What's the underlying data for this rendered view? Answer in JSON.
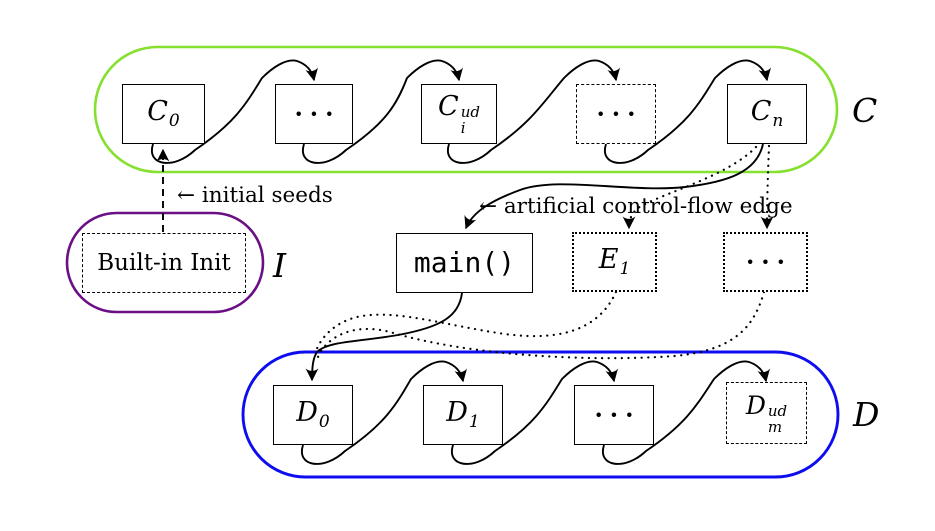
{
  "figure": {
    "colors": {
      "constructors_container": "#85e02f",
      "init_container": "#6b0f85",
      "destructors_container": "#0d0df0"
    },
    "containers": {
      "constructors": {
        "label": "C"
      },
      "init": {
        "label": "I"
      },
      "destructors": {
        "label": "D"
      }
    },
    "nodes": {
      "c0": {
        "base": "C",
        "sub": "0"
      },
      "c_ellipsis": {
        "label": "···"
      },
      "ci": {
        "base": "C",
        "sub": "i",
        "sup": "ud"
      },
      "c_ellipsis_dashed": {
        "label": "···"
      },
      "cn": {
        "base": "C",
        "sub": "n"
      },
      "builtin_init": {
        "label": "Built-in Init"
      },
      "main": {
        "label": "main()"
      },
      "e1": {
        "base": "E",
        "sub": "1"
      },
      "e_ellipsis": {
        "label": "···"
      },
      "d0": {
        "base": "D",
        "sub": "0"
      },
      "d1": {
        "base": "D",
        "sub": "1"
      },
      "d_ellipsis": {
        "label": "···"
      },
      "dm": {
        "base": "D",
        "sub": "m",
        "sup": "ud"
      }
    },
    "annotations": {
      "initial_seeds": "← initial seeds",
      "artificial_edge": "← artificial control-flow edge"
    }
  }
}
